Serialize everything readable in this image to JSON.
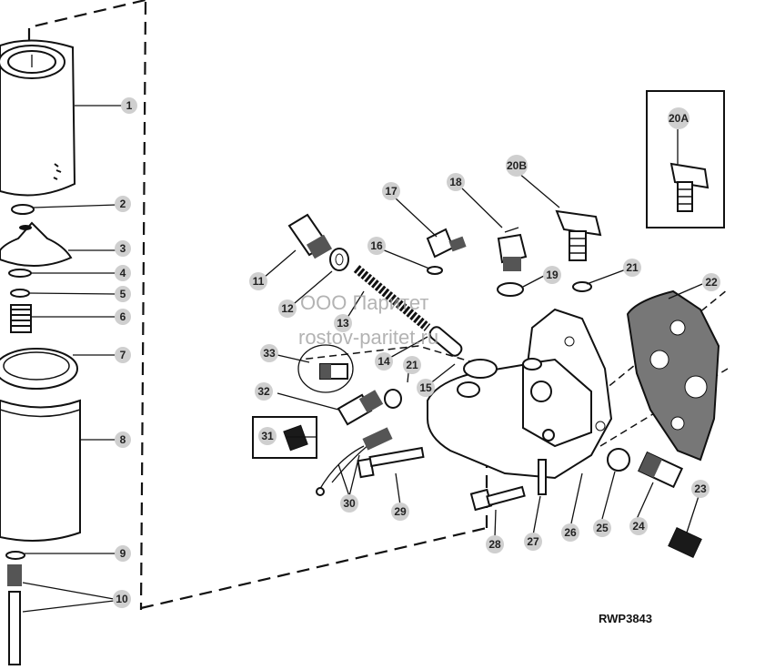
{
  "diagram": {
    "reference_code": "RWP3843",
    "watermark": {
      "line1": "ООО Паритет",
      "line2": "rostov-paritet.ru"
    },
    "callouts": [
      {
        "id": "1",
        "label": "1"
      },
      {
        "id": "2",
        "label": "2"
      },
      {
        "id": "3",
        "label": "3"
      },
      {
        "id": "4",
        "label": "4"
      },
      {
        "id": "5",
        "label": "5"
      },
      {
        "id": "6",
        "label": "6"
      },
      {
        "id": "7",
        "label": "7"
      },
      {
        "id": "8",
        "label": "8"
      },
      {
        "id": "9",
        "label": "9"
      },
      {
        "id": "10",
        "label": "10"
      },
      {
        "id": "11",
        "label": "11"
      },
      {
        "id": "12",
        "label": "12"
      },
      {
        "id": "13",
        "label": "13"
      },
      {
        "id": "14",
        "label": "14"
      },
      {
        "id": "15",
        "label": "15"
      },
      {
        "id": "16",
        "label": "16"
      },
      {
        "id": "17",
        "label": "17"
      },
      {
        "id": "18",
        "label": "18"
      },
      {
        "id": "19",
        "label": "19"
      },
      {
        "id": "20A",
        "label": "20A"
      },
      {
        "id": "20B",
        "label": "20B"
      },
      {
        "id": "21a",
        "label": "21"
      },
      {
        "id": "21b",
        "label": "21"
      },
      {
        "id": "22",
        "label": "22"
      },
      {
        "id": "23",
        "label": "23"
      },
      {
        "id": "24",
        "label": "24"
      },
      {
        "id": "25",
        "label": "25"
      },
      {
        "id": "26",
        "label": "26"
      },
      {
        "id": "27",
        "label": "27"
      },
      {
        "id": "28",
        "label": "28"
      },
      {
        "id": "29",
        "label": "29"
      },
      {
        "id": "30",
        "label": "30"
      },
      {
        "id": "31",
        "label": "31"
      },
      {
        "id": "32",
        "label": "32"
      },
      {
        "id": "33",
        "label": "33"
      }
    ]
  }
}
